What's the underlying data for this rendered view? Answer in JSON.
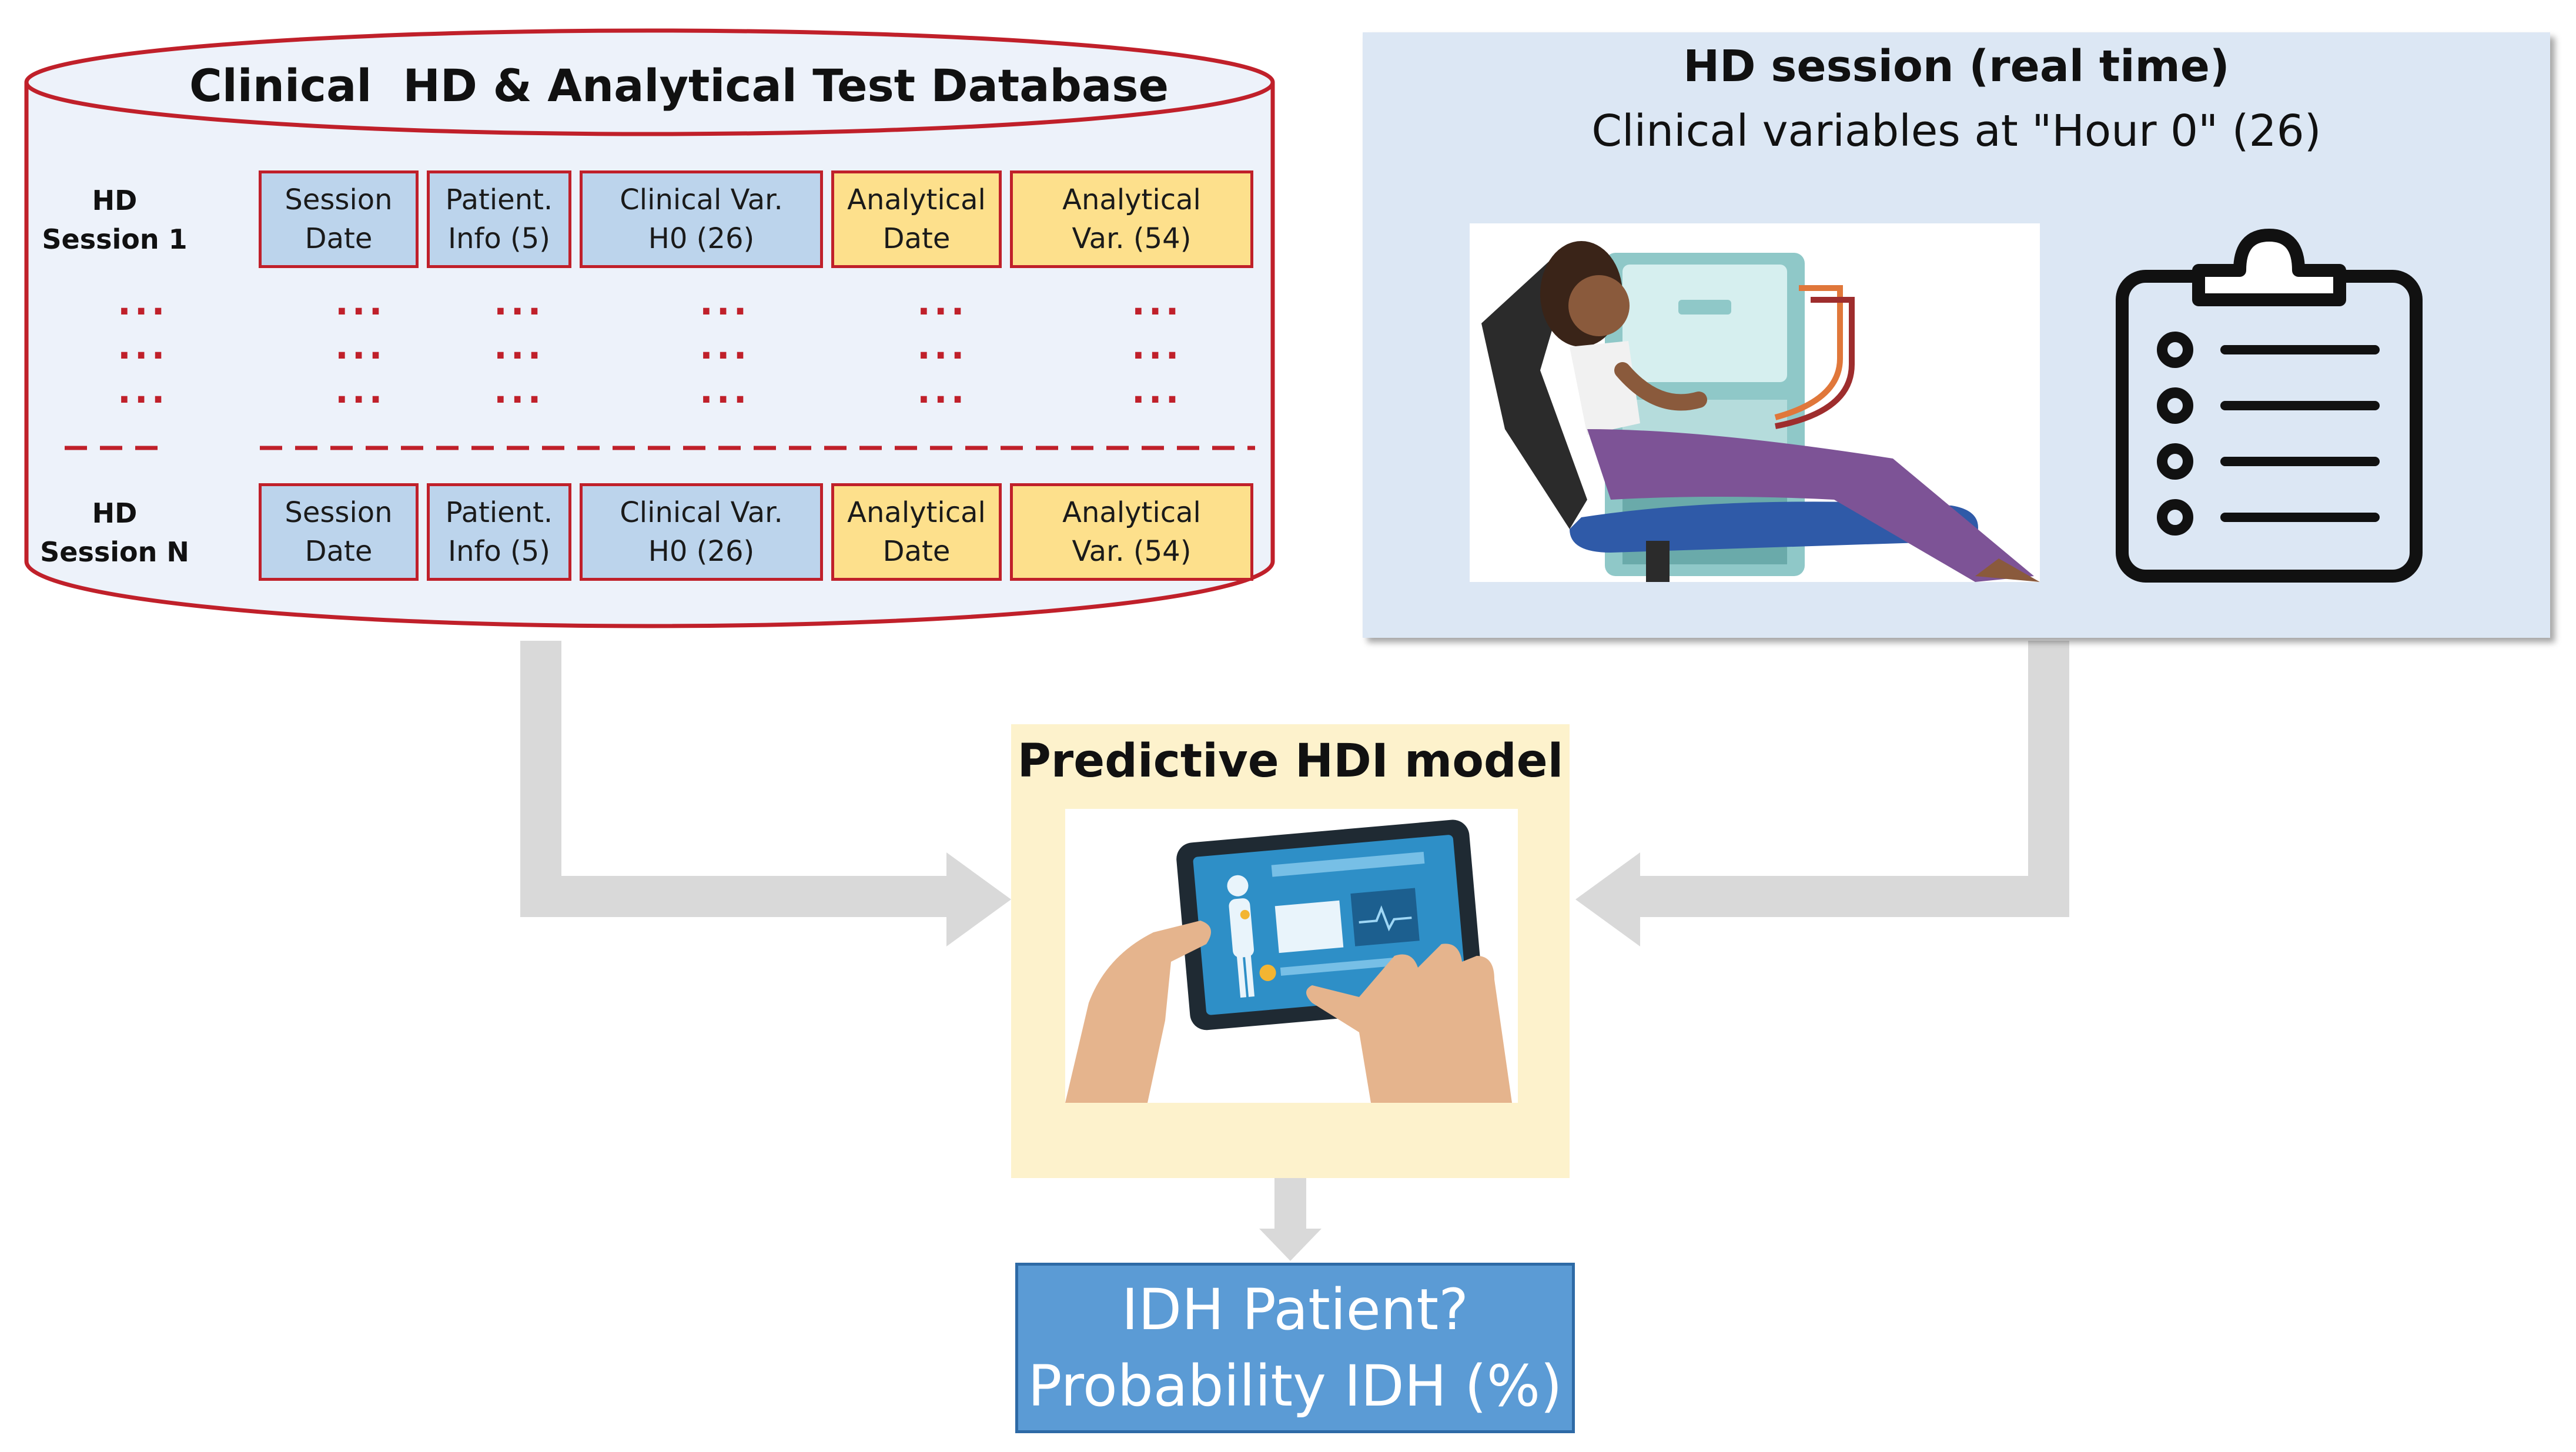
{
  "database": {
    "title": "Clinical  HD & Analytical Test Database",
    "rows": [
      {
        "label_line1": "HD",
        "label_line2": "Session 1"
      },
      {
        "label_line1": "HD",
        "label_line2": "Session N"
      }
    ],
    "columns": [
      {
        "text": "Session\nDate",
        "kind": "clinical"
      },
      {
        "text": "Patient.\nInfo (5)",
        "kind": "clinical"
      },
      {
        "text": "Clinical Var.\nH0 (26)",
        "kind": "clinical"
      },
      {
        "text": "Analytical\nDate",
        "kind": "analytical"
      },
      {
        "text": "Analytical\nVar. (54)",
        "kind": "analytical"
      }
    ],
    "ellipsis": "..."
  },
  "hd_session": {
    "title": "HD session (real time)",
    "subtitle": "Clinical variables at \"Hour 0\" (26)"
  },
  "model": {
    "title": "Predictive HDI model"
  },
  "output": {
    "line1": "IDH Patient?",
    "line2": "Probability IDH (%)"
  },
  "icons": [
    "dialysis-patient-icon",
    "clipboard-checklist-icon",
    "tablet-hands-icon",
    "arrow-icon"
  ],
  "colors": {
    "db_border": "#c0202a",
    "clinical_fill": "#bcd4ec",
    "analytical_fill": "#fde08c",
    "panel_fill": "#dce7f4",
    "model_fill": "#fdf2cc",
    "output_fill": "#5b9bd5",
    "arrow": "#d9d9d9"
  }
}
